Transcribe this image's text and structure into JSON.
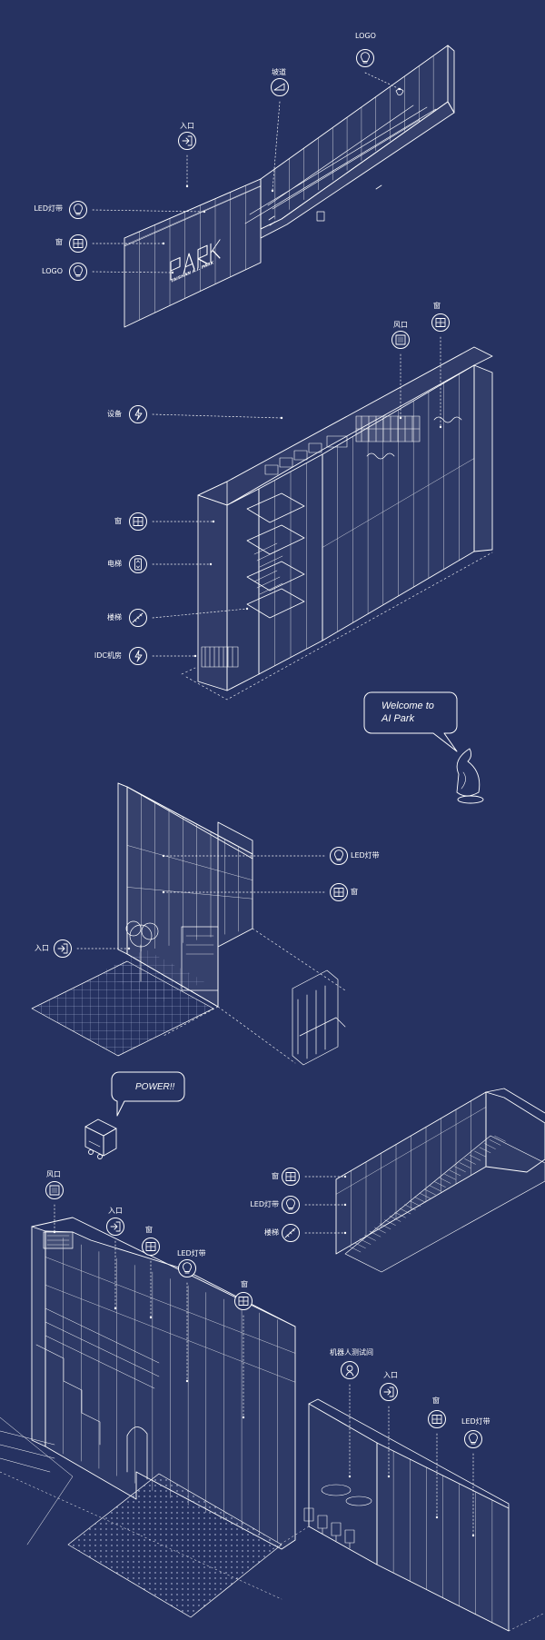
{
  "labels": {
    "logo_top": "LOGO",
    "ramp": "坡道",
    "entrance_1": "入口",
    "led_1": "LED灯带",
    "window_1": "窗",
    "logo_left": "LOGO",
    "vent_1": "风口",
    "window_2": "窗",
    "equipment": "设备",
    "window_3": "窗",
    "elevator": "电梯",
    "stairs_1": "楼梯",
    "idc_room": "IDC机房",
    "led_2": "LED灯带",
    "window_4": "窗",
    "entrance_2": "入口",
    "window_5": "窗",
    "led_3": "LED灯带",
    "stairs_2": "楼梯",
    "vent_2": "风口",
    "entrance_3": "入口",
    "window_6": "窗",
    "led_4": "LED灯带",
    "window_7": "窗",
    "robot_test": "机器人测试间",
    "entrance_4": "入口",
    "window_8": "窗",
    "led_5": "LED灯带"
  },
  "bubbles": {
    "welcome_line1": "Welcome to",
    "welcome_line2": "AI Park",
    "power": "POWER!!"
  },
  "sign_text": {
    "park": "PARK",
    "sub": "TAISHAN A.I. PARK"
  },
  "colors": {
    "background": "#263261",
    "line": "#ffffff"
  }
}
